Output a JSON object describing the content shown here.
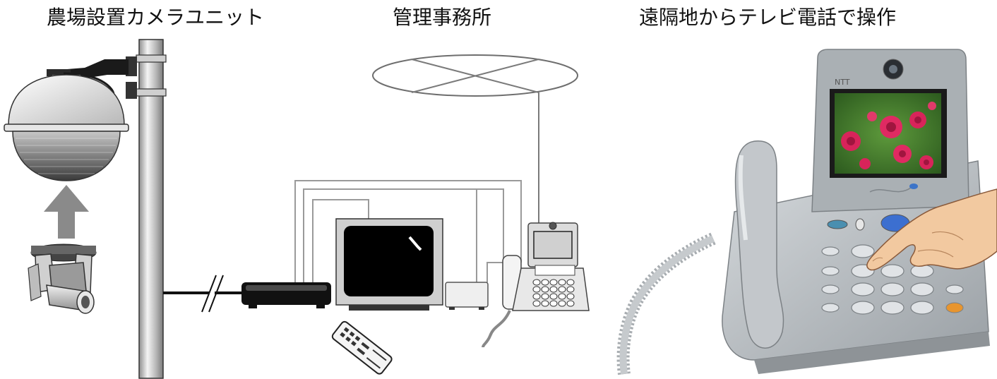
{
  "sections": {
    "farm_camera": {
      "title": "農場設置カメラユニット"
    },
    "office": {
      "title": "管理事務所"
    },
    "remote": {
      "title": "遠隔地からテレビ電話で操作"
    }
  },
  "phone_brand": "NTT",
  "icons": {
    "dome_camera": "dome-camera-icon",
    "ptz_camera": "ptz-camera-icon",
    "arrow": "arrow-up-icon",
    "pole": "pole-icon",
    "network": "network-cloud-icon",
    "controller": "controller-box-icon",
    "monitor": "tv-monitor-icon",
    "adapter": "adapter-box-icon",
    "remote": "remote-control-icon",
    "video_phone_small": "video-phone-icon",
    "video_phone_large": "video-phone-photo-icon",
    "hand": "hand-icon"
  },
  "colors": {
    "line": "#7a7a7a",
    "cable": "#111111",
    "phone_body": "#b9bec2",
    "screen_green": "#3f7a2e",
    "rose": "#d8245a",
    "arrow": "#8a8a8a",
    "skin": "#f2c9a0"
  }
}
